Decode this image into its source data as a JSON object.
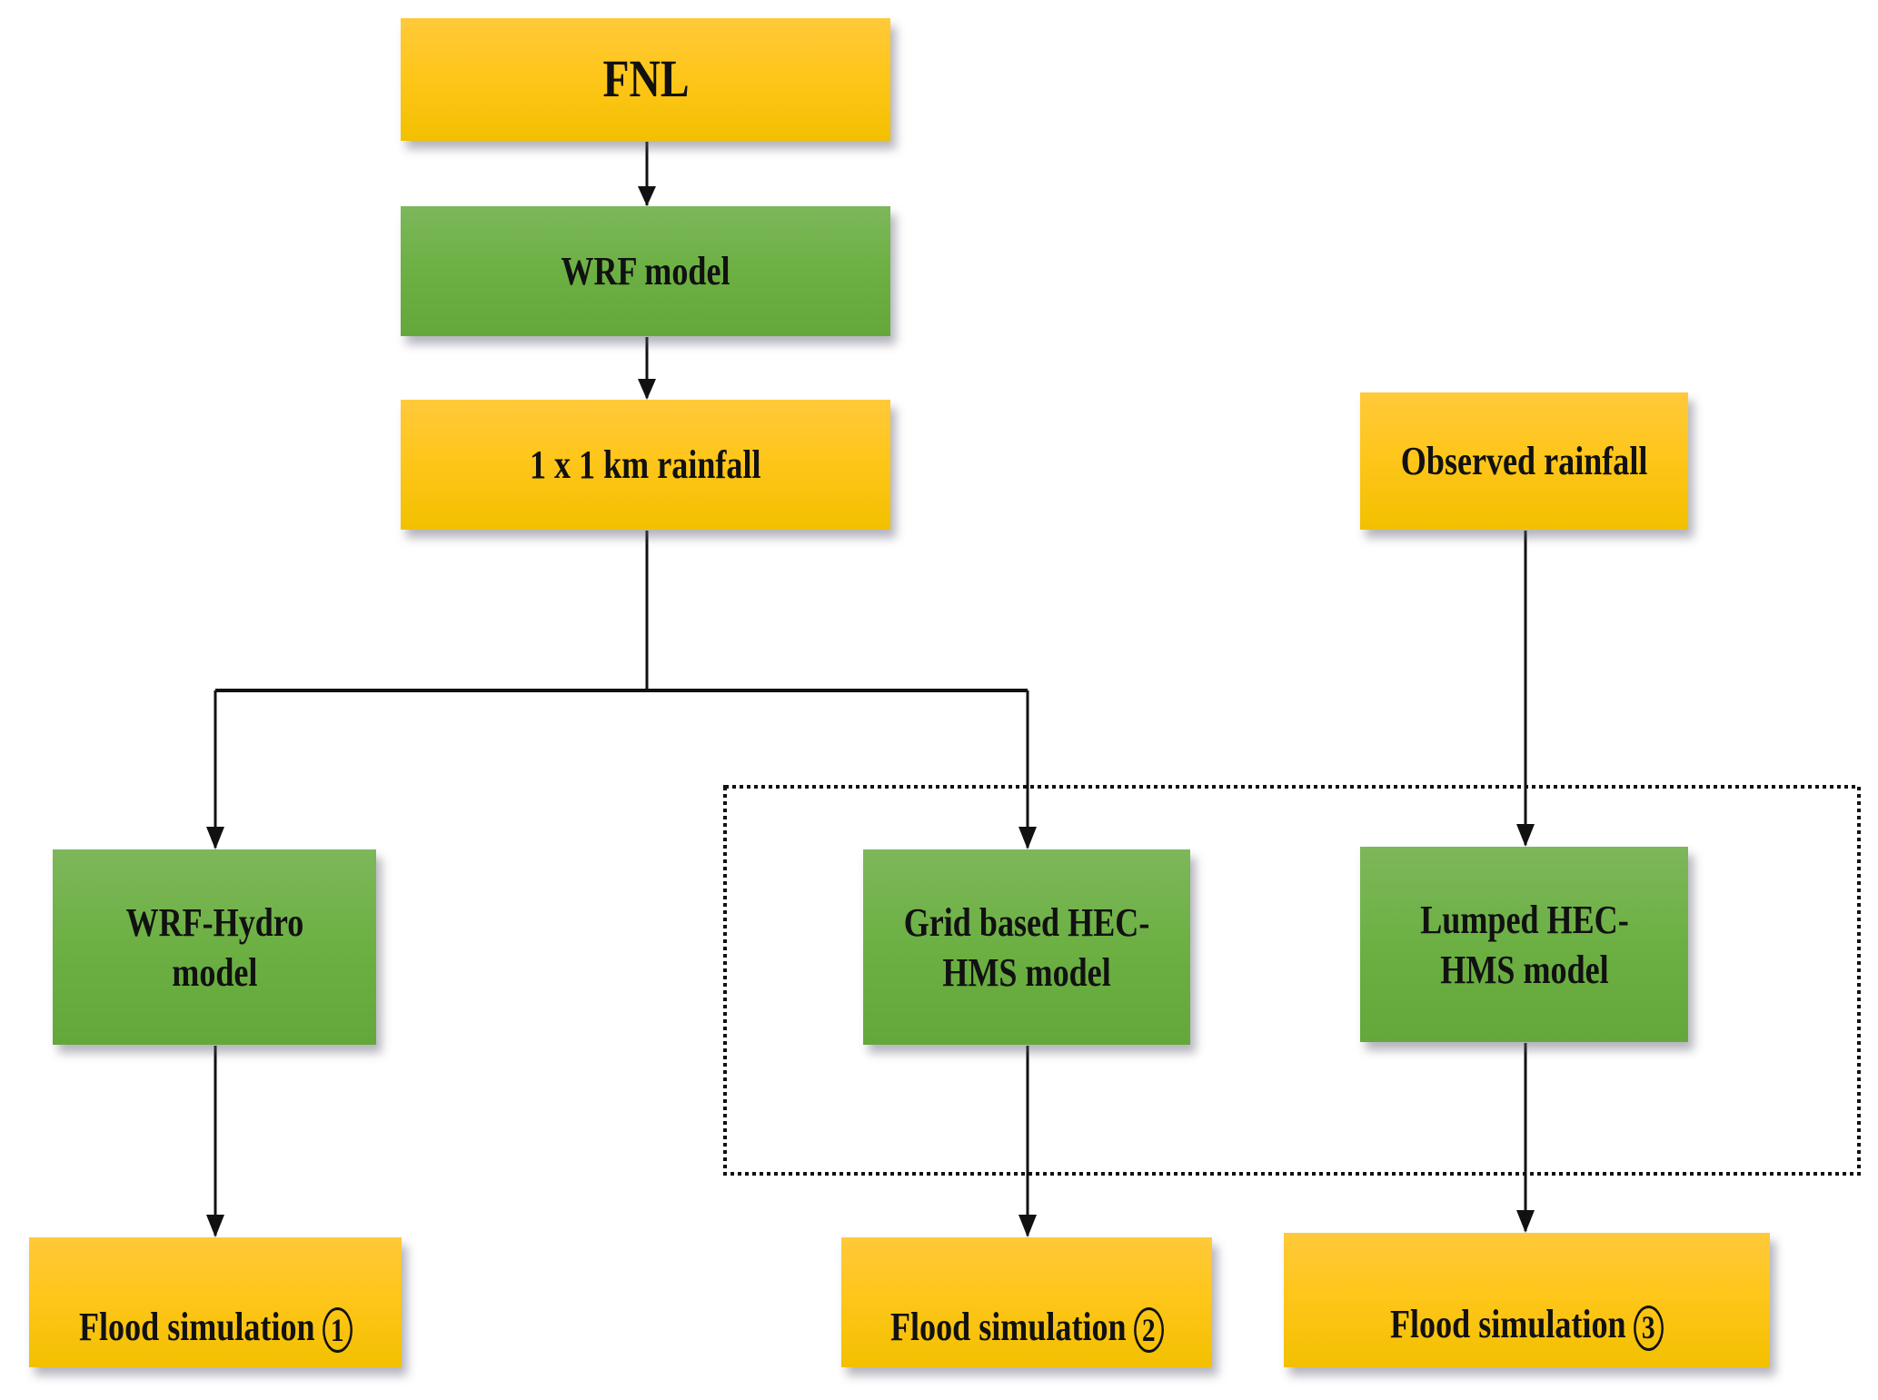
{
  "diagram": {
    "type": "flowchart",
    "colors": {
      "data_box": "#ffc61b",
      "model_box": "#6cb043",
      "connector": "#111111",
      "group_border": "#111111"
    },
    "nodes": {
      "fnl": {
        "label": "FNL",
        "kind": "data"
      },
      "wrf": {
        "label": "WRF model",
        "kind": "model"
      },
      "rain_1km": {
        "label": "1 x 1 km rainfall",
        "kind": "data"
      },
      "observed": {
        "label": "Observed rainfall",
        "kind": "data"
      },
      "wrf_hydro": {
        "label": "WRF-Hydro\nmodel",
        "kind": "model"
      },
      "grid_hms": {
        "label": "Grid based HEC-\nHMS model",
        "kind": "model"
      },
      "lumped_hms": {
        "label": "Lumped HEC-\nHMS model",
        "kind": "model"
      },
      "flood1": {
        "label": "Flood simulation",
        "marker": "1",
        "kind": "data"
      },
      "flood2": {
        "label": "Flood simulation",
        "marker": "2",
        "kind": "data"
      },
      "flood3": {
        "label": "Flood simulation",
        "marker": "3",
        "kind": "data"
      }
    },
    "edges": [
      {
        "from": "fnl",
        "to": "wrf"
      },
      {
        "from": "wrf",
        "to": "rain_1km"
      },
      {
        "from": "rain_1km",
        "to": "wrf_hydro"
      },
      {
        "from": "rain_1km",
        "to": "grid_hms"
      },
      {
        "from": "observed",
        "to": "lumped_hms"
      },
      {
        "from": "wrf_hydro",
        "to": "flood1"
      },
      {
        "from": "grid_hms",
        "to": "flood2"
      },
      {
        "from": "lumped_hms",
        "to": "flood3"
      }
    ],
    "groups": [
      {
        "id": "hec_hms_group",
        "members": [
          "grid_hms",
          "lumped_hms"
        ],
        "style": "dotted"
      }
    ]
  }
}
